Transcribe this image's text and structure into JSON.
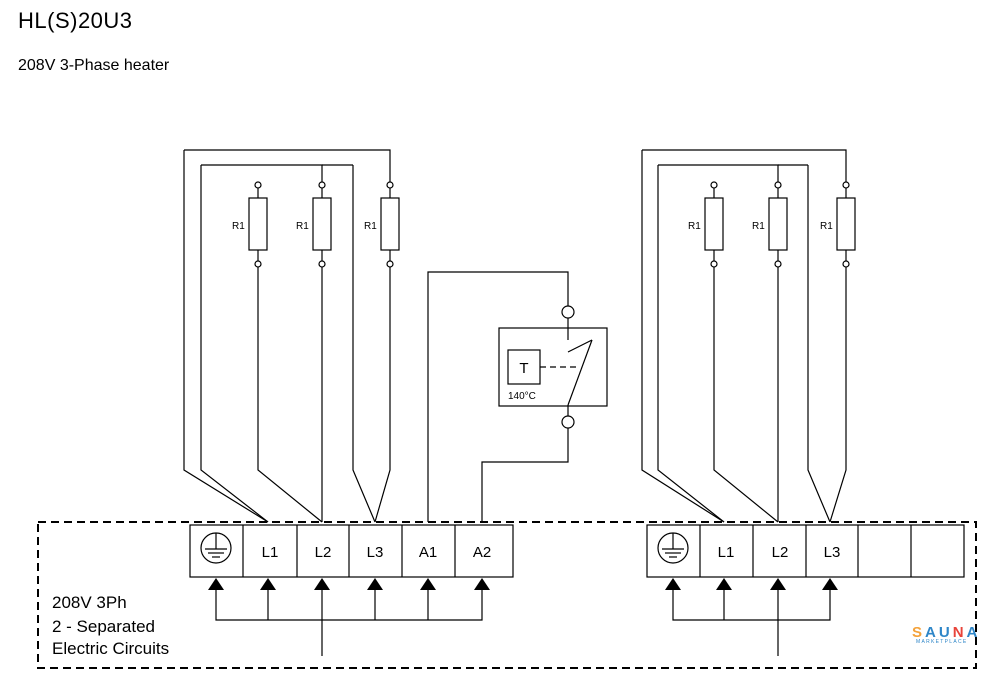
{
  "header": {
    "title": "HL(S)20U3",
    "subtitle_voltage": "208V",
    "subtitle_rest": "3-Phase heater"
  },
  "resistors": {
    "label": "R1"
  },
  "thermostat": {
    "symbol": "T",
    "temperature": "140°C"
  },
  "terminals": {
    "left": [
      "L1",
      "L2",
      "L3",
      "A1",
      "A2"
    ],
    "right": [
      "L1",
      "L2",
      "L3",
      "",
      ""
    ],
    "ground_icon": "ground-icon"
  },
  "box_notes": {
    "line1": "208V 3Ph",
    "line2": "2 - Separated",
    "line3": "Electric Circuits"
  },
  "logo": {
    "word": "SAUNA",
    "tagline": "MARKETPLACE",
    "letter_colors": [
      "#f4a23a",
      "#2e86c8",
      "#2e86c8",
      "#e8443a",
      "#2e86c8"
    ]
  }
}
